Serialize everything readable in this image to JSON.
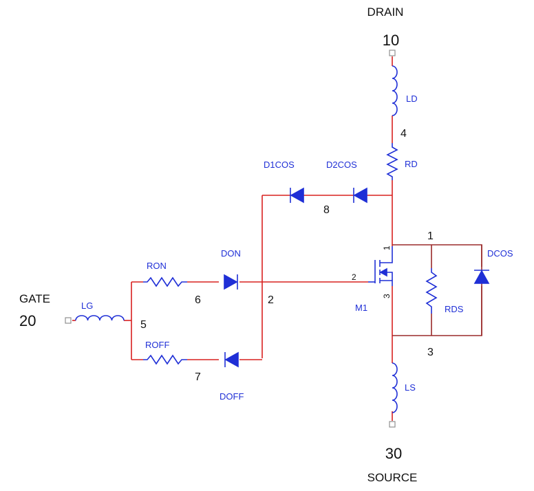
{
  "ports": {
    "drain": {
      "name": "DRAIN",
      "number": "10"
    },
    "gate": {
      "name": "GATE",
      "number": "20"
    },
    "source": {
      "name": "SOURCE",
      "number": "30"
    }
  },
  "components": {
    "lg": "LG",
    "ld": "LD",
    "ls": "LS",
    "rd": "RD",
    "ron": "RON",
    "roff": "ROFF",
    "rds": "RDS",
    "don": "DON",
    "doff": "DOFF",
    "d1cos": "D1COS",
    "d2cos": "D2COS",
    "dcos": "DCOS",
    "m1": "M1"
  },
  "nodes": {
    "n1": "1",
    "n2": "2",
    "n3": "3",
    "n4": "4",
    "n5": "5",
    "n6": "6",
    "n7": "7",
    "n8": "8"
  },
  "mosfet_pins": {
    "drain": "1",
    "gate": "2",
    "source": "3"
  },
  "colors": {
    "wire": "#d9201f",
    "component": "#1f2fd6",
    "frame_wire": "#9a2a2a",
    "terminal": "#909090"
  }
}
